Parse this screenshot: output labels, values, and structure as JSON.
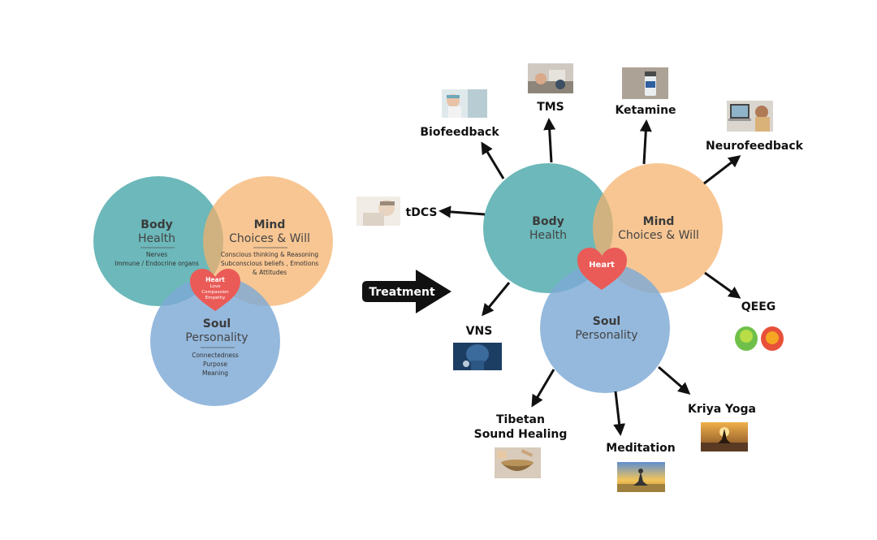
{
  "colors": {
    "body": "#5fb2b4",
    "mind": "#f5b06a",
    "soul": "#7ea9d6",
    "heart": "#ea5b57",
    "text_dark": "#3b3b3b",
    "text_mid": "#555555",
    "arrow": "#111111"
  },
  "left_diagram": {
    "body": {
      "title": "Body",
      "subtitle": "Health",
      "details": [
        "Nerves",
        "Immune / Endocrine organs"
      ]
    },
    "mind": {
      "title": "Mind",
      "subtitle": "Choices & Will",
      "details": [
        "Conscious thinking & Reasoning",
        "Subconscious beliefs , Emotions",
        "& Attitudes"
      ]
    },
    "soul": {
      "title": "Soul",
      "subtitle": "Personality",
      "details": [
        "Connectedness",
        "Purpose",
        "Meaning"
      ]
    },
    "heart": {
      "title": "Heart",
      "details": [
        "Love",
        "Compassion",
        "Empathy"
      ]
    }
  },
  "treatment_label": "Treatment",
  "right_diagram": {
    "body": {
      "title": "Body",
      "subtitle": "Health"
    },
    "mind": {
      "title": "Mind",
      "subtitle": "Choices & Will"
    },
    "soul": {
      "title": "Soul",
      "subtitle": "Personality"
    },
    "heart": {
      "title": "Heart"
    }
  },
  "treatments": {
    "biofeedback": "Biofeedback",
    "tms": "TMS",
    "ketamine": "Ketamine",
    "neurofeedback": "Neurofeedback",
    "tdcs": "tDCS",
    "qeeg": "QEEG",
    "vns": "VNS",
    "kriya_yoga": "Kriya Yoga",
    "tibetan_line1": "Tibetan",
    "tibetan_line2": "Sound Healing",
    "meditation": "Meditation"
  },
  "photo_icons": {
    "biofeedback": "biofeedback-photo-icon",
    "tms": "tms-photo-icon",
    "ketamine": "ketamine-vial-photo-icon",
    "neurofeedback": "neurofeedback-photo-icon",
    "tdcs": "tdcs-photo-icon",
    "qeeg": "qeeg-brain-map-icon",
    "vns": "vns-photo-icon",
    "kriya_yoga": "kriya-yoga-photo-icon",
    "tibetan": "singing-bowl-photo-icon",
    "meditation": "meditation-photo-icon"
  }
}
